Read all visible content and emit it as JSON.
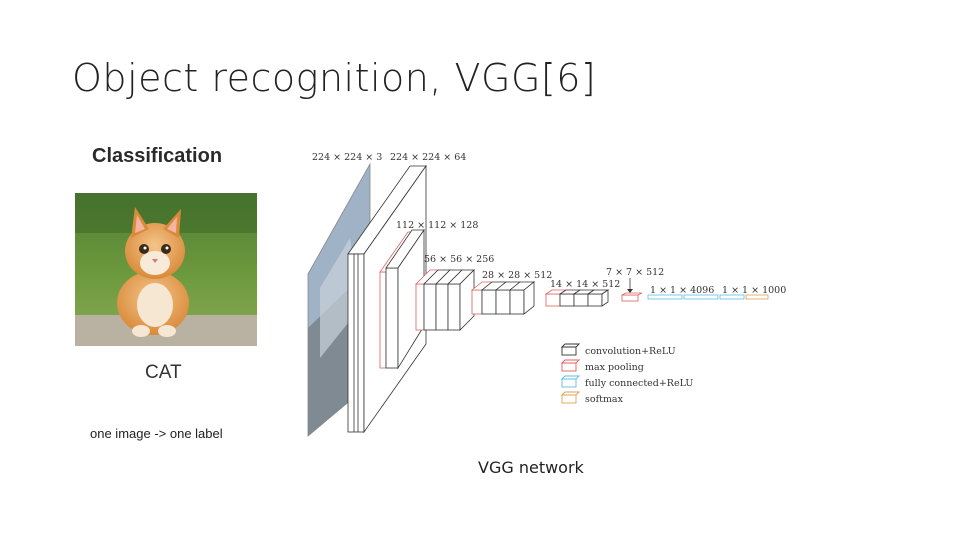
{
  "slide": {
    "title": "Object recognition, VGG[6]",
    "caption": "VGG network"
  },
  "classification": {
    "heading": "Classification",
    "image_label": "CAT",
    "note": "one image -> one label"
  },
  "architecture": {
    "layer_labels": {
      "input": "224 × 224 × 3",
      "conv1": "224 × 224 × 64",
      "conv2": "112 × 112 × 128",
      "conv3": "56 × 56 × 256",
      "conv4": "28 × 28 × 512",
      "conv5": "14 × 14 × 512",
      "pool5": "7 × 7 × 512",
      "fc1": "1 × 1 × 4096",
      "fc3": "1 × 1 × 1000"
    },
    "legend": [
      {
        "label": "convolution+ReLU",
        "color": "#333333"
      },
      {
        "label": "max pooling",
        "color": "#e06060"
      },
      {
        "label": "fully connected+ReLU",
        "color": "#5bc0de"
      },
      {
        "label": "softmax",
        "color": "#e0a050"
      }
    ]
  }
}
